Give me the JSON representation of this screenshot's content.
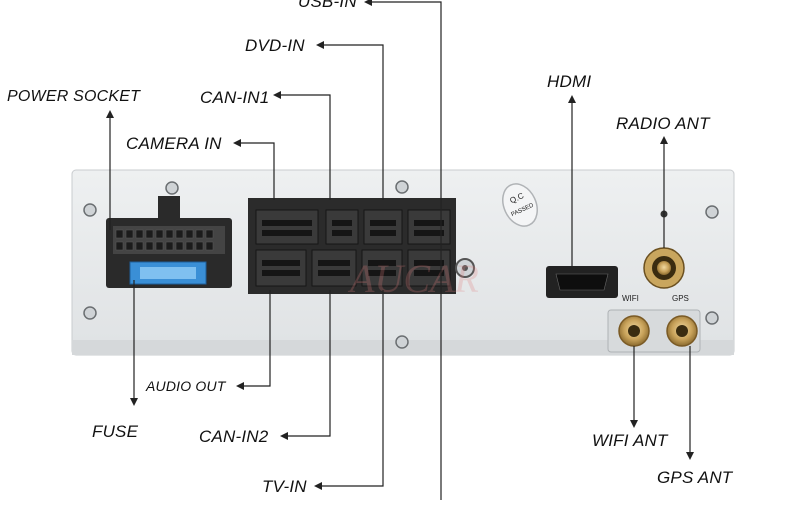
{
  "labels": {
    "usb_in": "USB-IN",
    "dvd_in": "DVD-IN",
    "power_socket": "POWER SOCKET",
    "can_in1": "CAN-IN1",
    "camera_in": "CAMERA IN",
    "hdmi": "HDMI",
    "radio_ant": "RADIO ANT",
    "audio_out": "AUDIO OUT",
    "fuse": "FUSE",
    "can_in2": "CAN-IN2",
    "tv_in": "TV-IN",
    "wifi_ant": "WIFI ANT",
    "gps_ant": "GPS ANT"
  },
  "panel": {
    "qc_stamp_line1": "Q.C",
    "qc_stamp_line2": "PASSED",
    "wifi_port_label": "WIFI",
    "gps_port_label": "GPS",
    "watermark": "AUCAR"
  },
  "colors": {
    "panel": "#e9ebec",
    "connector": "#2a2a2a",
    "fuse": "#3a8fd6",
    "gold": "#c8a25a",
    "line": "#222222"
  }
}
